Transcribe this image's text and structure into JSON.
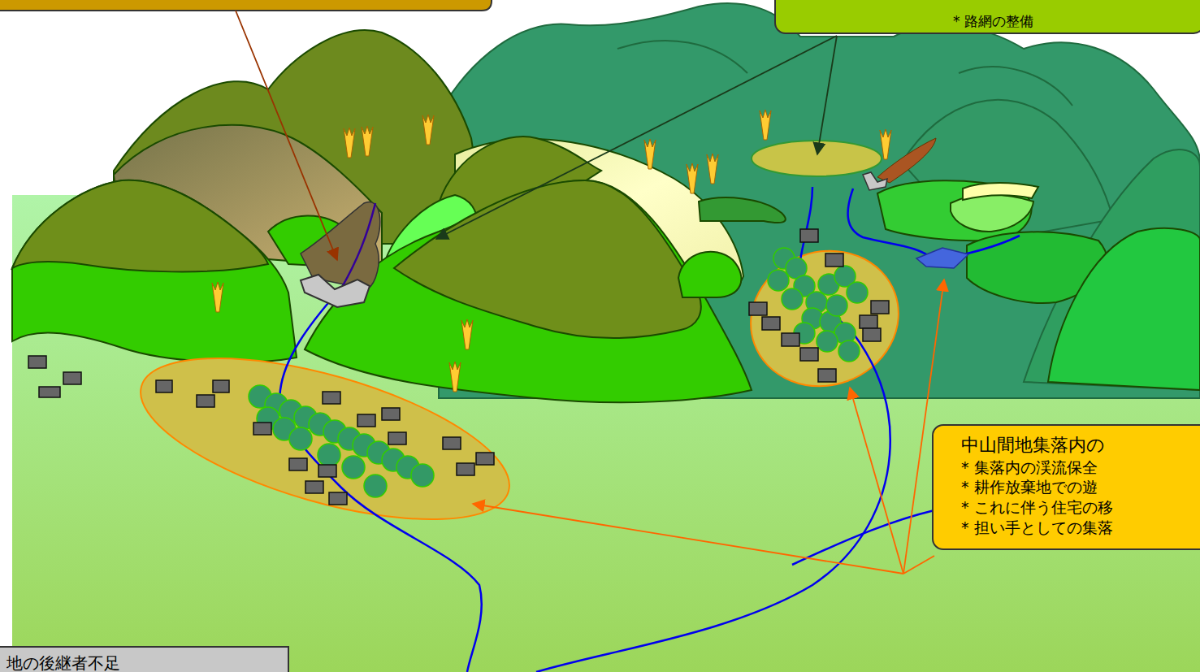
{
  "diagram": {
    "nodes": [
      {
        "text": [
          "* 路網の整備"
        ]
      },
      {
        "text": [
          "中山間地集落内の",
          "* 集落内の渓流保全",
          "* 耕作放棄地での遊",
          "* これに伴う住宅の移",
          "* 担い手としての集落"
        ]
      },
      {
        "text": [
          "地の後継者不足"
        ]
      }
    ]
  }
}
